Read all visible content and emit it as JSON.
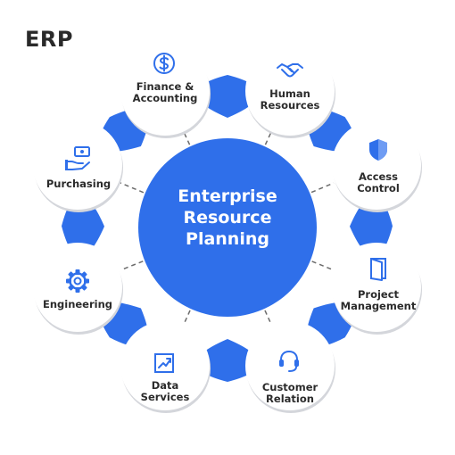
{
  "title": "ERP",
  "center": {
    "lines": [
      "Enterprise",
      "Resource",
      "Planning"
    ]
  },
  "modules": [
    {
      "id": "finance",
      "icon": "dollar-coin-icon",
      "lines": [
        "Finance &",
        "Accounting"
      ]
    },
    {
      "id": "hr",
      "icon": "handshake-icon",
      "lines": [
        "Human",
        "Resources"
      ]
    },
    {
      "id": "access",
      "icon": "shield-icon",
      "lines": [
        "Access",
        "Control"
      ]
    },
    {
      "id": "project",
      "icon": "door-icon",
      "lines": [
        "Project",
        "Management"
      ]
    },
    {
      "id": "customer",
      "icon": "headset-icon",
      "lines": [
        "Customer",
        "Relation"
      ]
    },
    {
      "id": "data",
      "icon": "trend-chart-icon",
      "lines": [
        "Data",
        "Services"
      ]
    },
    {
      "id": "engineering",
      "icon": "gear-icon",
      "lines": [
        "Engineering"
      ]
    },
    {
      "id": "purchasing",
      "icon": "money-hand-icon",
      "lines": [
        "Purchasing"
      ]
    }
  ],
  "colors": {
    "primary": "#2f6fea",
    "node_fill": "#ffffff",
    "node_shadow": "#d4d6db",
    "connector": "#6b6b6b",
    "text": "#2b2b2b"
  }
}
